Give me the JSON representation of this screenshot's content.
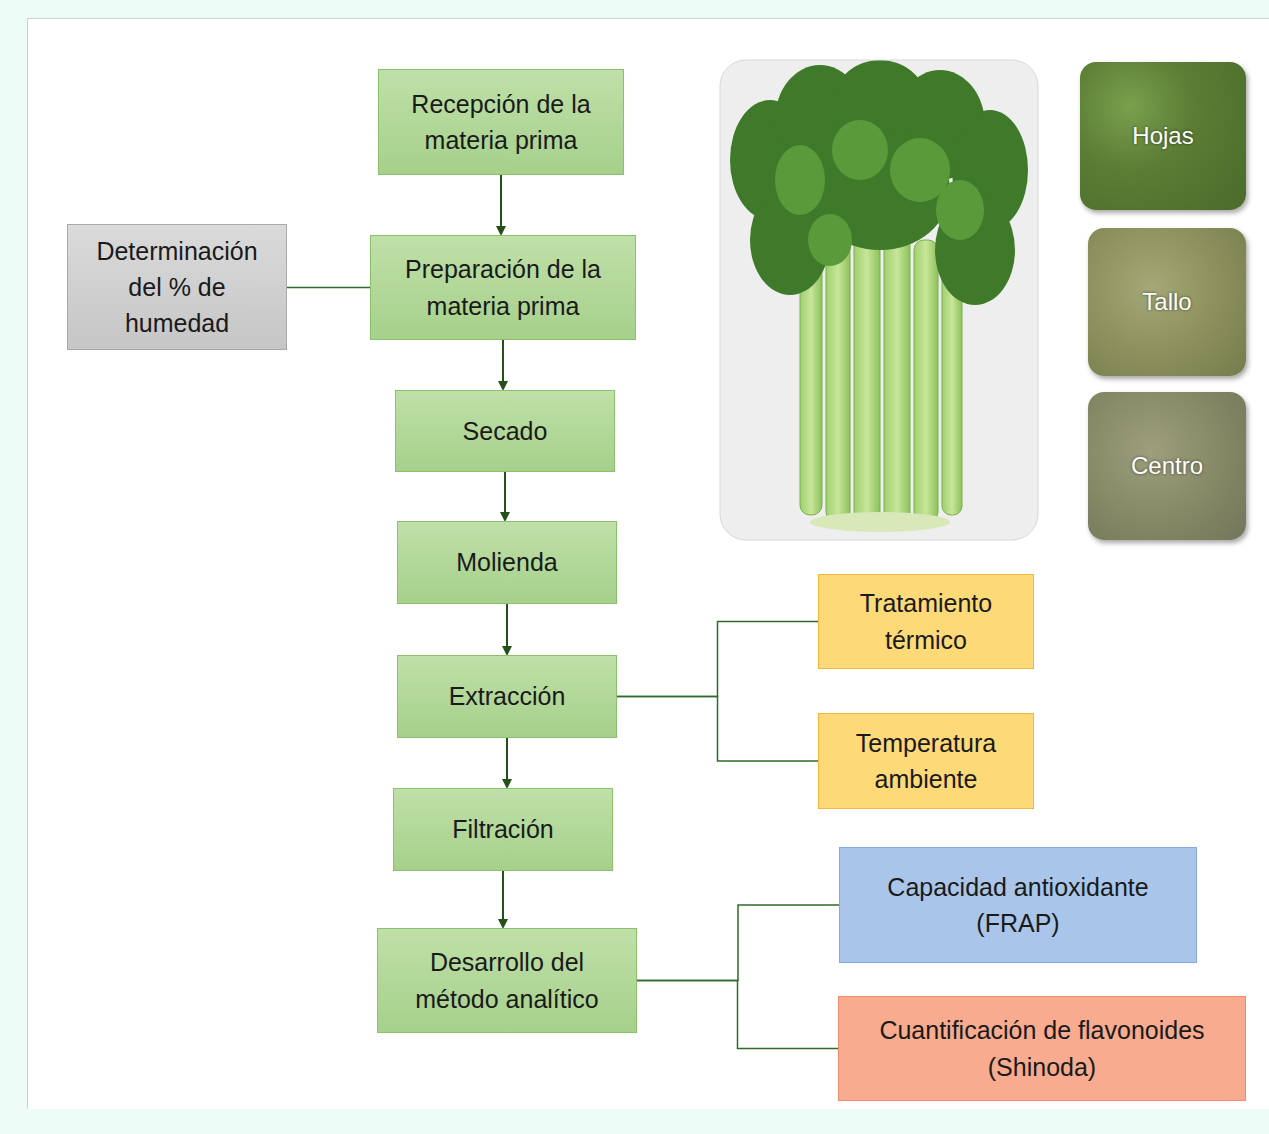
{
  "diagram": {
    "nodes": [
      {
        "text": [
          "Recepción de la materia prima"
        ]
      },
      {
        "text": [
          "Preparación de la materia prima"
        ]
      },
      {
        "text": [
          "Determinación del % de humedad"
        ]
      },
      {
        "text": [
          "Secado"
        ]
      },
      {
        "text": [
          "Molienda"
        ]
      },
      {
        "text": [
          "Extracción"
        ]
      },
      {
        "text": [
          "Tratamiento térmico"
        ]
      },
      {
        "text": [
          "Temperatura ambiente"
        ]
      },
      {
        "text": [
          "Filtración"
        ]
      },
      {
        "text": [
          "Desarrollo del método analítico"
        ]
      },
      {
        "text": [
          "Capacidad antioxidante (FRAP)"
        ]
      },
      {
        "text": [
          "Cuantificación de flavonoides (Shinoda)"
        ]
      },
      {
        "text": [
          "Hojas"
        ]
      },
      {
        "text": [
          "Tallo"
        ]
      },
      {
        "text": [
          "Centro"
        ]
      }
    ],
    "edges": [
      {
        "from": 0,
        "to": 1,
        "arrow": "to"
      },
      {
        "from": 1,
        "to": 2,
        "arrow": "none"
      },
      {
        "from": 1,
        "to": 3,
        "arrow": "to"
      },
      {
        "from": 3,
        "to": 4,
        "arrow": "to"
      },
      {
        "from": 4,
        "to": 5,
        "arrow": "to"
      },
      {
        "from": 5,
        "to": 6,
        "arrow": "none"
      },
      {
        "from": 5,
        "to": 7,
        "arrow": "none"
      },
      {
        "from": 5,
        "to": 8,
        "arrow": "to"
      },
      {
        "from": 8,
        "to": 9,
        "arrow": "to"
      },
      {
        "from": 9,
        "to": 10,
        "arrow": "none"
      },
      {
        "from": 9,
        "to": 11,
        "arrow": "none"
      }
    ]
  }
}
